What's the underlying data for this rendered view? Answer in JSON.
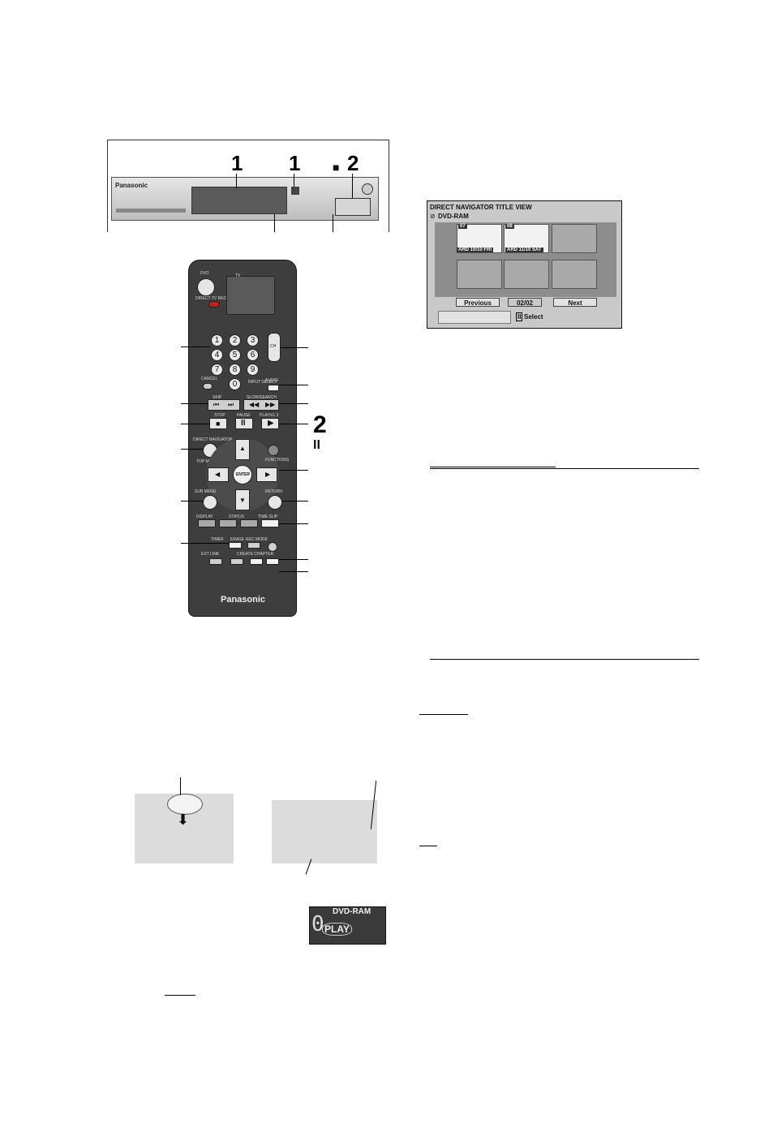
{
  "figure_callouts": {
    "deck_open_1": "1",
    "deck_open_1b": "1",
    "deck_stop_2": "2",
    "deck_stop_symbol": "■",
    "remote_play_2": "2",
    "remote_pause_symbol": "II"
  },
  "deck": {
    "brand": "Panasonic"
  },
  "remote": {
    "brand": "Panasonic",
    "labels": {
      "dvd": "DVD",
      "tv": "TV",
      "direct_tv_rec": "DIRECT TV REC",
      "ch": "CH",
      "cancel": "CANCEL",
      "stop": "STOP",
      "pause": "PAUSE",
      "play": "PLAY/x1.3",
      "direct_navigator": "DIRECT NAVIGATOR",
      "top_menu": "TOP MENU",
      "enter": "ENTER",
      "sub_menu": "SUB MENU",
      "return": "RETURN",
      "timer": "TIMER",
      "erase": "ERASE",
      "rec_mode": "REC MODE",
      "create_chapter": "CREATE CHAPTER",
      "slow_search": "SLOW/SEARCH",
      "skip": "SKIP",
      "function": "FUNCTIONS",
      "display": "DISPLAY",
      "status": "STATUS",
      "time_slip": "TIME SLIP",
      "ext_link": "EXT LINK",
      "input_select": "INPUT SELECT",
      "audio": "AUDIO"
    },
    "digits": [
      "1",
      "2",
      "3",
      "4",
      "5",
      "6",
      "7",
      "8",
      "9",
      "0"
    ]
  },
  "navigator": {
    "title": "DIRECT NAVIGATOR   TITLE VIEW",
    "subtitle": "DVD-RAM",
    "thumbs": [
      {
        "num": "07",
        "caption": "ARD 10/10 FRI"
      },
      {
        "num": "08",
        "caption": "ARD 11/10 SAT"
      }
    ],
    "previous": "Previous",
    "page": "02/02",
    "next": "Next",
    "select": "Select"
  },
  "display_panel": {
    "disc": "DVD-RAM",
    "mode": "PLAY"
  }
}
